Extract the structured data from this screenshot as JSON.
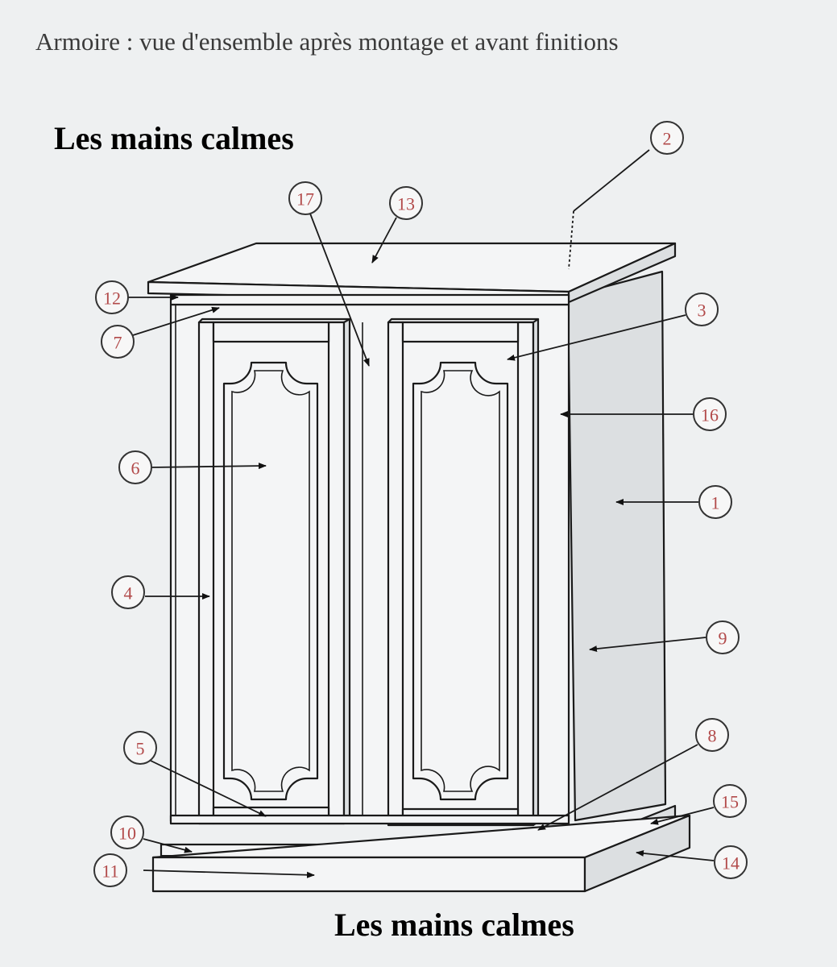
{
  "caption": "Armoire : vue d'ensemble après montage et avant finitions",
  "brand_top": "Les mains calmes",
  "brand_bottom": "Les mains calmes",
  "callouts": [
    "1",
    "2",
    "3",
    "4",
    "5",
    "6",
    "7",
    "8",
    "9",
    "10",
    "11",
    "12",
    "13",
    "14",
    "15",
    "16",
    "17"
  ]
}
